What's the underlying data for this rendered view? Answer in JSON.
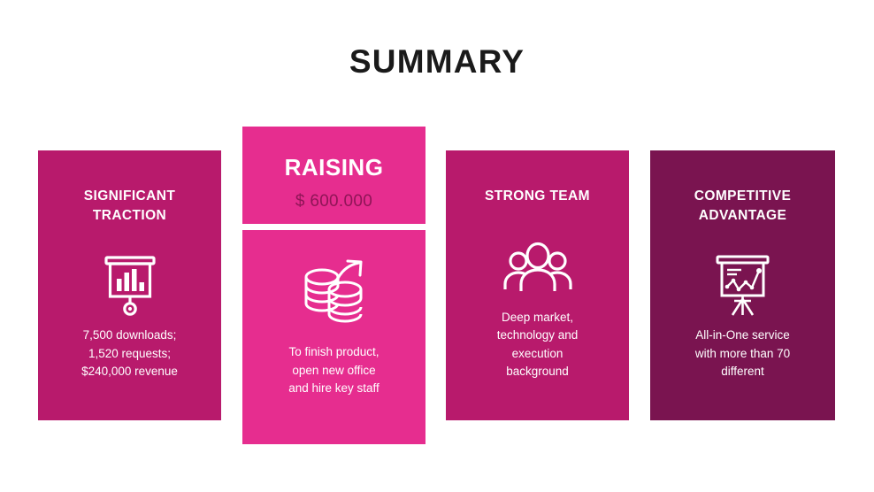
{
  "slide": {
    "title": "SUMMARY",
    "background_color": "#ffffff",
    "title_color": "#1a1a1a"
  },
  "colors": {
    "card_pink": "#b81a6c",
    "card_bright_pink": "#e62d8f",
    "card_dark_plum": "#7a1450",
    "amount_text": "#8f1557",
    "text_white": "#ffffff"
  },
  "cards": [
    {
      "id": "traction",
      "title": "SIGNIFICANT\nTRACTION",
      "icon": "presentation-bar-chart-icon",
      "body": "7,500 downloads;\n1,520 requests;\n$240,000 revenue",
      "background_color": "#b81a6c"
    },
    {
      "id": "raising",
      "title": "RAISING",
      "amount": "$ 600.000",
      "icon": "coins-growth-arrow-icon",
      "body": "To finish product,\nopen new office\nand hire key staff",
      "background_color": "#e62d8f"
    },
    {
      "id": "team",
      "title": "STRONG\nTEAM",
      "icon": "people-group-icon",
      "body": "Deep market,\ntechnology and\nexecution\nbackground",
      "background_color": "#b81a6c"
    },
    {
      "id": "advantage",
      "title": "COMPETITIVE\nADVANTAGE",
      "icon": "presentation-line-chart-icon",
      "body": "All-in-One service\nwith more than 70\ndifferent",
      "background_color": "#7a1450"
    }
  ]
}
